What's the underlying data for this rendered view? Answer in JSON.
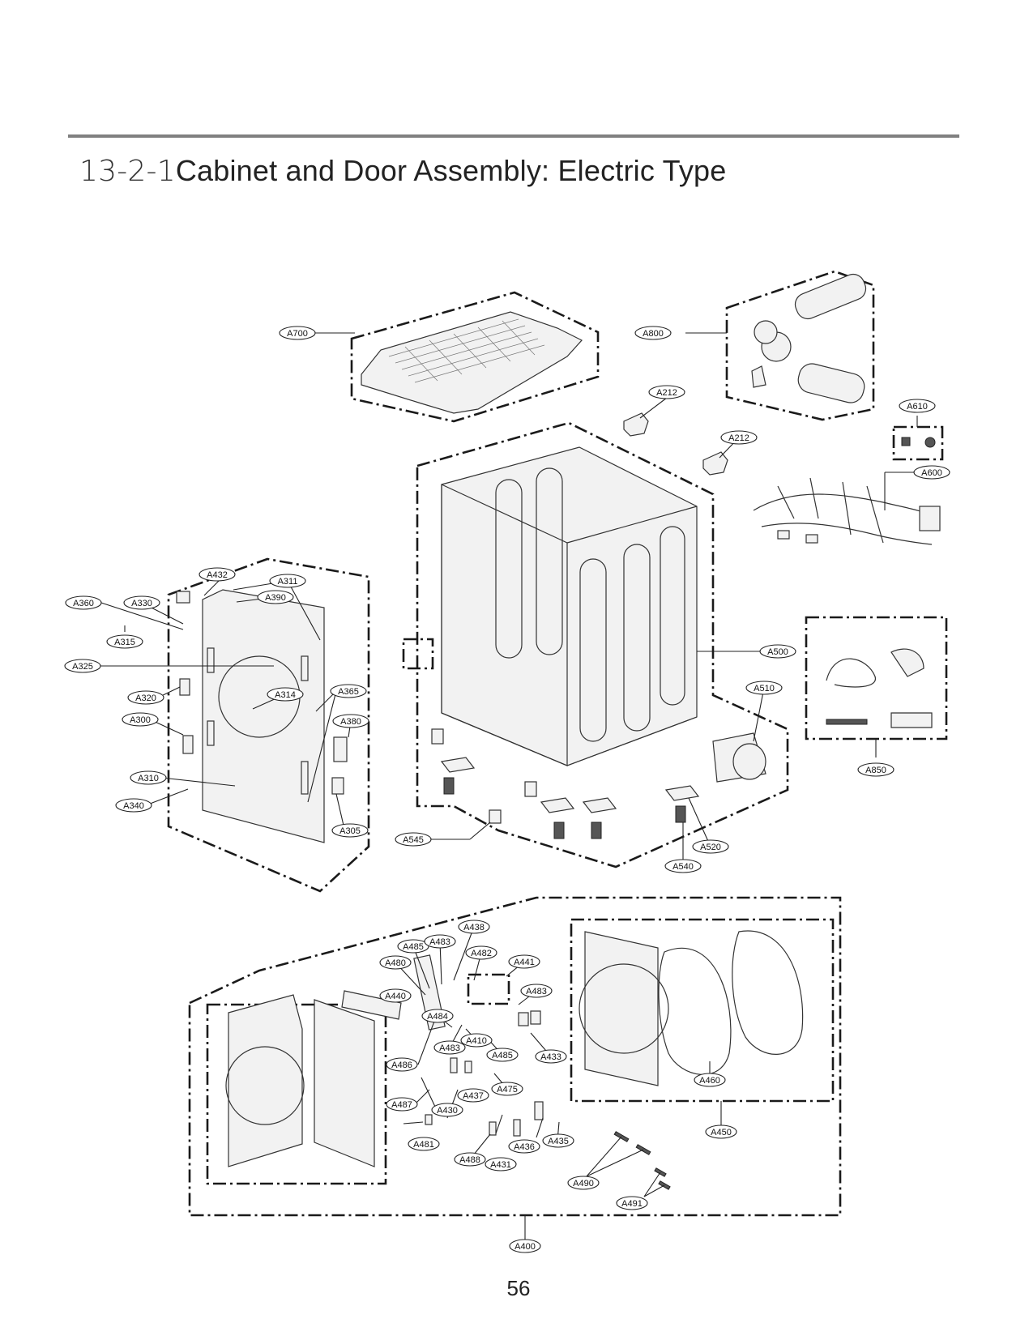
{
  "page": {
    "section_number": "13-2-1",
    "section_title": "Cabinet and Door Assembly: Electric Type",
    "page_number": "56"
  },
  "callouts": [
    "A700",
    "A800",
    "A212",
    "A212",
    "A610",
    "A600",
    "A432",
    "A311",
    "A390",
    "A360",
    "A330",
    "A315",
    "A325",
    "A320",
    "A314",
    "A365",
    "A300",
    "A380",
    "A310",
    "A340",
    "A305",
    "A500",
    "A510",
    "A850",
    "A545",
    "A520",
    "A540",
    "A438",
    "A485",
    "A483",
    "A482",
    "A480",
    "A441",
    "A440",
    "A483",
    "A484",
    "A410",
    "A483",
    "A485",
    "A433",
    "A486",
    "A437",
    "A475",
    "A487",
    "A430",
    "A481",
    "A488",
    "A431",
    "A436",
    "A435",
    "A460",
    "A450",
    "A490",
    "A491",
    "A400"
  ]
}
